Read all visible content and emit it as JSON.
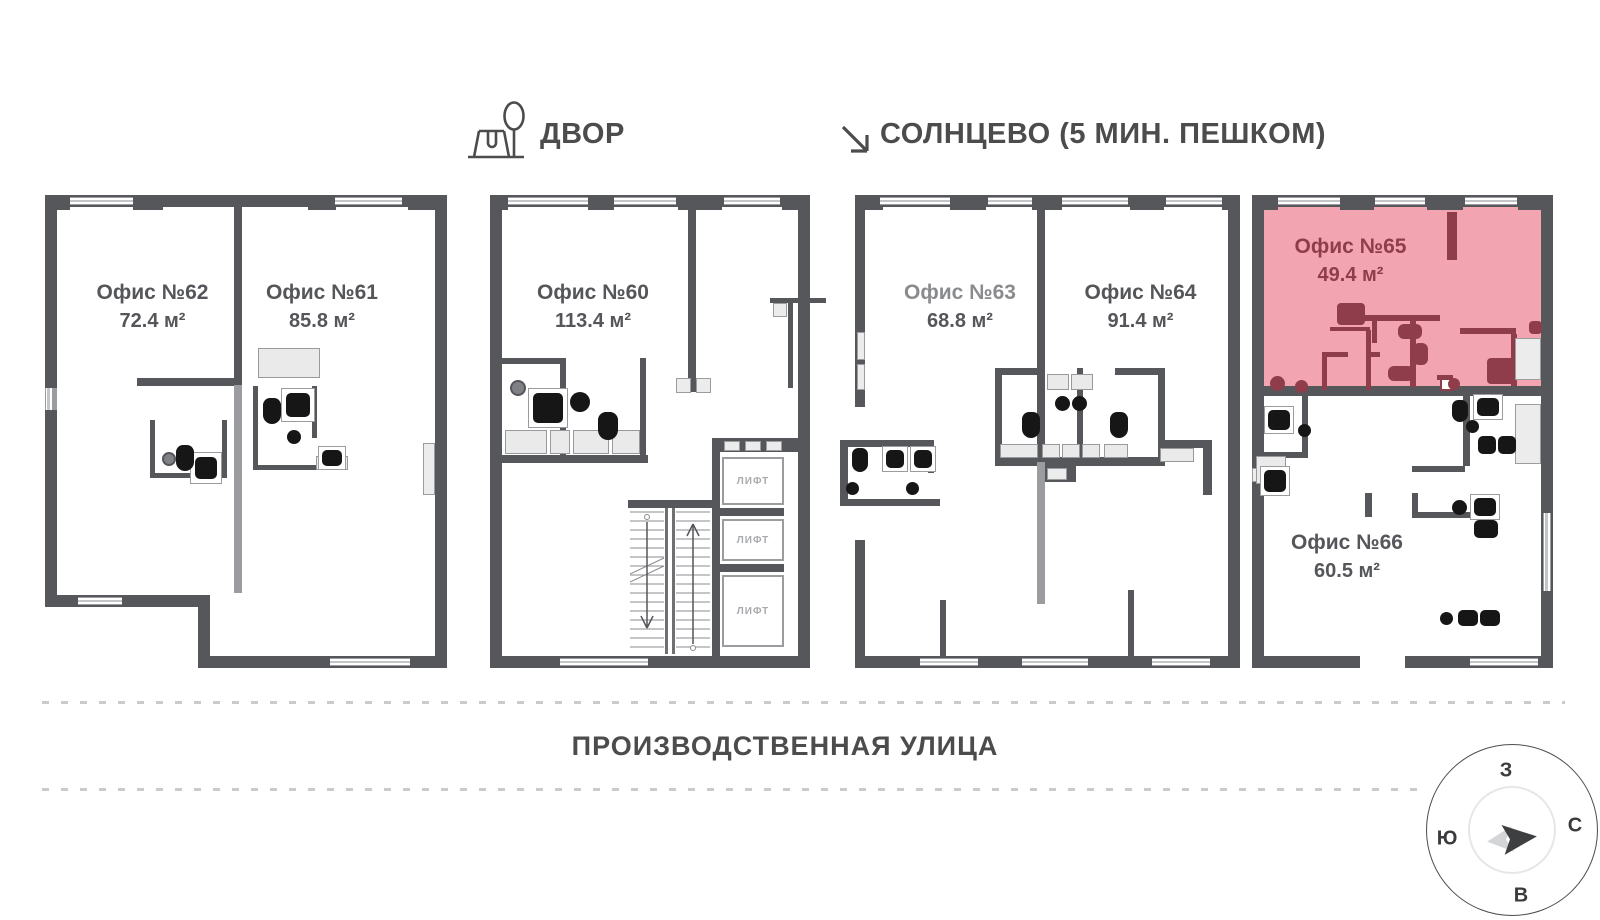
{
  "header": {
    "courtyard_label": "ДВОР",
    "direction_label": "СОЛНЦЕВО (5 МИН. ПЕШКОМ)"
  },
  "offices": [
    {
      "name": "Офис №62",
      "area": "72.4 м²",
      "highlighted": false
    },
    {
      "name": "Офис №61",
      "area": "85.8 м²",
      "highlighted": false
    },
    {
      "name": "Офис №60",
      "area": "113.4 м²",
      "highlighted": false
    },
    {
      "name": "Офис №63",
      "area": "68.8 м²",
      "highlighted": false
    },
    {
      "name": "Офис №64",
      "area": "91.4 м²",
      "highlighted": false
    },
    {
      "name": "Офис №65",
      "area": "49.4 м²",
      "highlighted": true
    },
    {
      "name": "Офис №66",
      "area": "60.5 м²",
      "highlighted": false
    }
  ],
  "core": {
    "elevator_label": "ЛИФТ"
  },
  "street": {
    "name": "ПРОИЗВОДСТВЕННАЯ УЛИЦА"
  },
  "compass": {
    "top": "З",
    "right": "С",
    "left": "Ю",
    "bottom": "В"
  },
  "colors": {
    "highlight_fill": "#F2A5B0",
    "highlight_wall": "#8F3D4A",
    "wall": "#56575B",
    "accent_text": "#4C4C4D"
  }
}
